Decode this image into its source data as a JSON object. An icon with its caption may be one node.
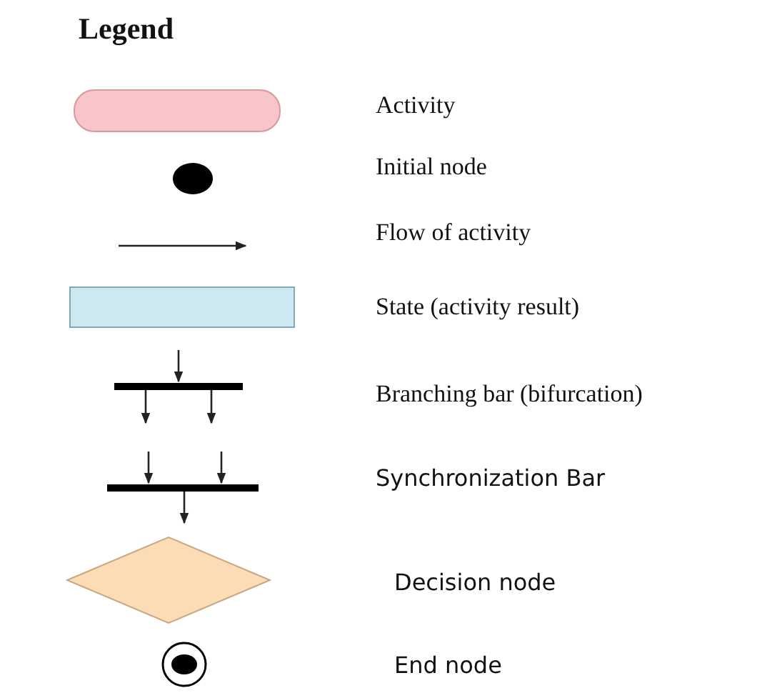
{
  "diagram": {
    "title": "Legend",
    "legend": [
      {
        "text": "Activity"
      },
      {
        "text": "Initial node"
      },
      {
        "text": "Flow of activity"
      },
      {
        "text": "State (activity result)"
      },
      {
        "text": "Branching bar (bifurcation)"
      },
      {
        "text": "Synchronization Bar"
      },
      {
        "text": "Decision node"
      },
      {
        "text": "End node"
      }
    ]
  }
}
